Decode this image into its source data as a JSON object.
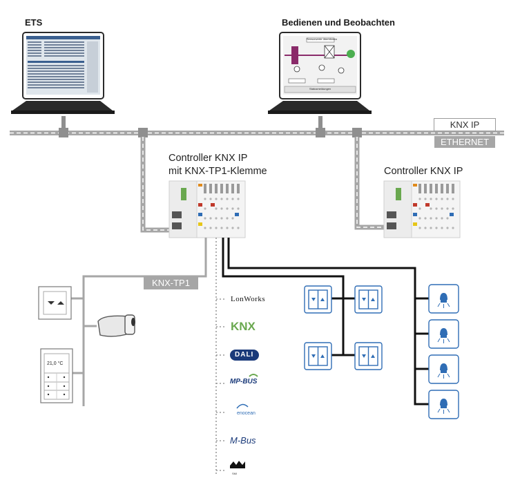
{
  "workstations": {
    "ets": {
      "title": "ETS"
    },
    "visualization": {
      "title": "Bedienen und Beobachten",
      "screen_title": "Sensorwerte überblicken",
      "status_text": "Statusmeldungen"
    }
  },
  "network": {
    "knx_ip_label": "KNX IP",
    "ethernet_label": "ETHERNET",
    "tp1_label": "KNX-TP1"
  },
  "controllers": {
    "left_line1": "Controller KNX IP",
    "left_line2": "mit KNX-TP1-Klemme",
    "right": "Controller KNX IP"
  },
  "devices": {
    "thermostat_display": "21,0 °C"
  },
  "protocols": {
    "lonworks": "LonWorks",
    "knx": "KNX",
    "dali": "DALI",
    "mpbus": "MP-BUS",
    "enocean": "enocean",
    "mbus": "M-Bus",
    "smi": "SMI"
  },
  "colors": {
    "ethernet_gray": "#a6a6a6",
    "bus_black": "#111111",
    "device_blue": "#2f6db5",
    "knx_green": "#6aa84f"
  }
}
